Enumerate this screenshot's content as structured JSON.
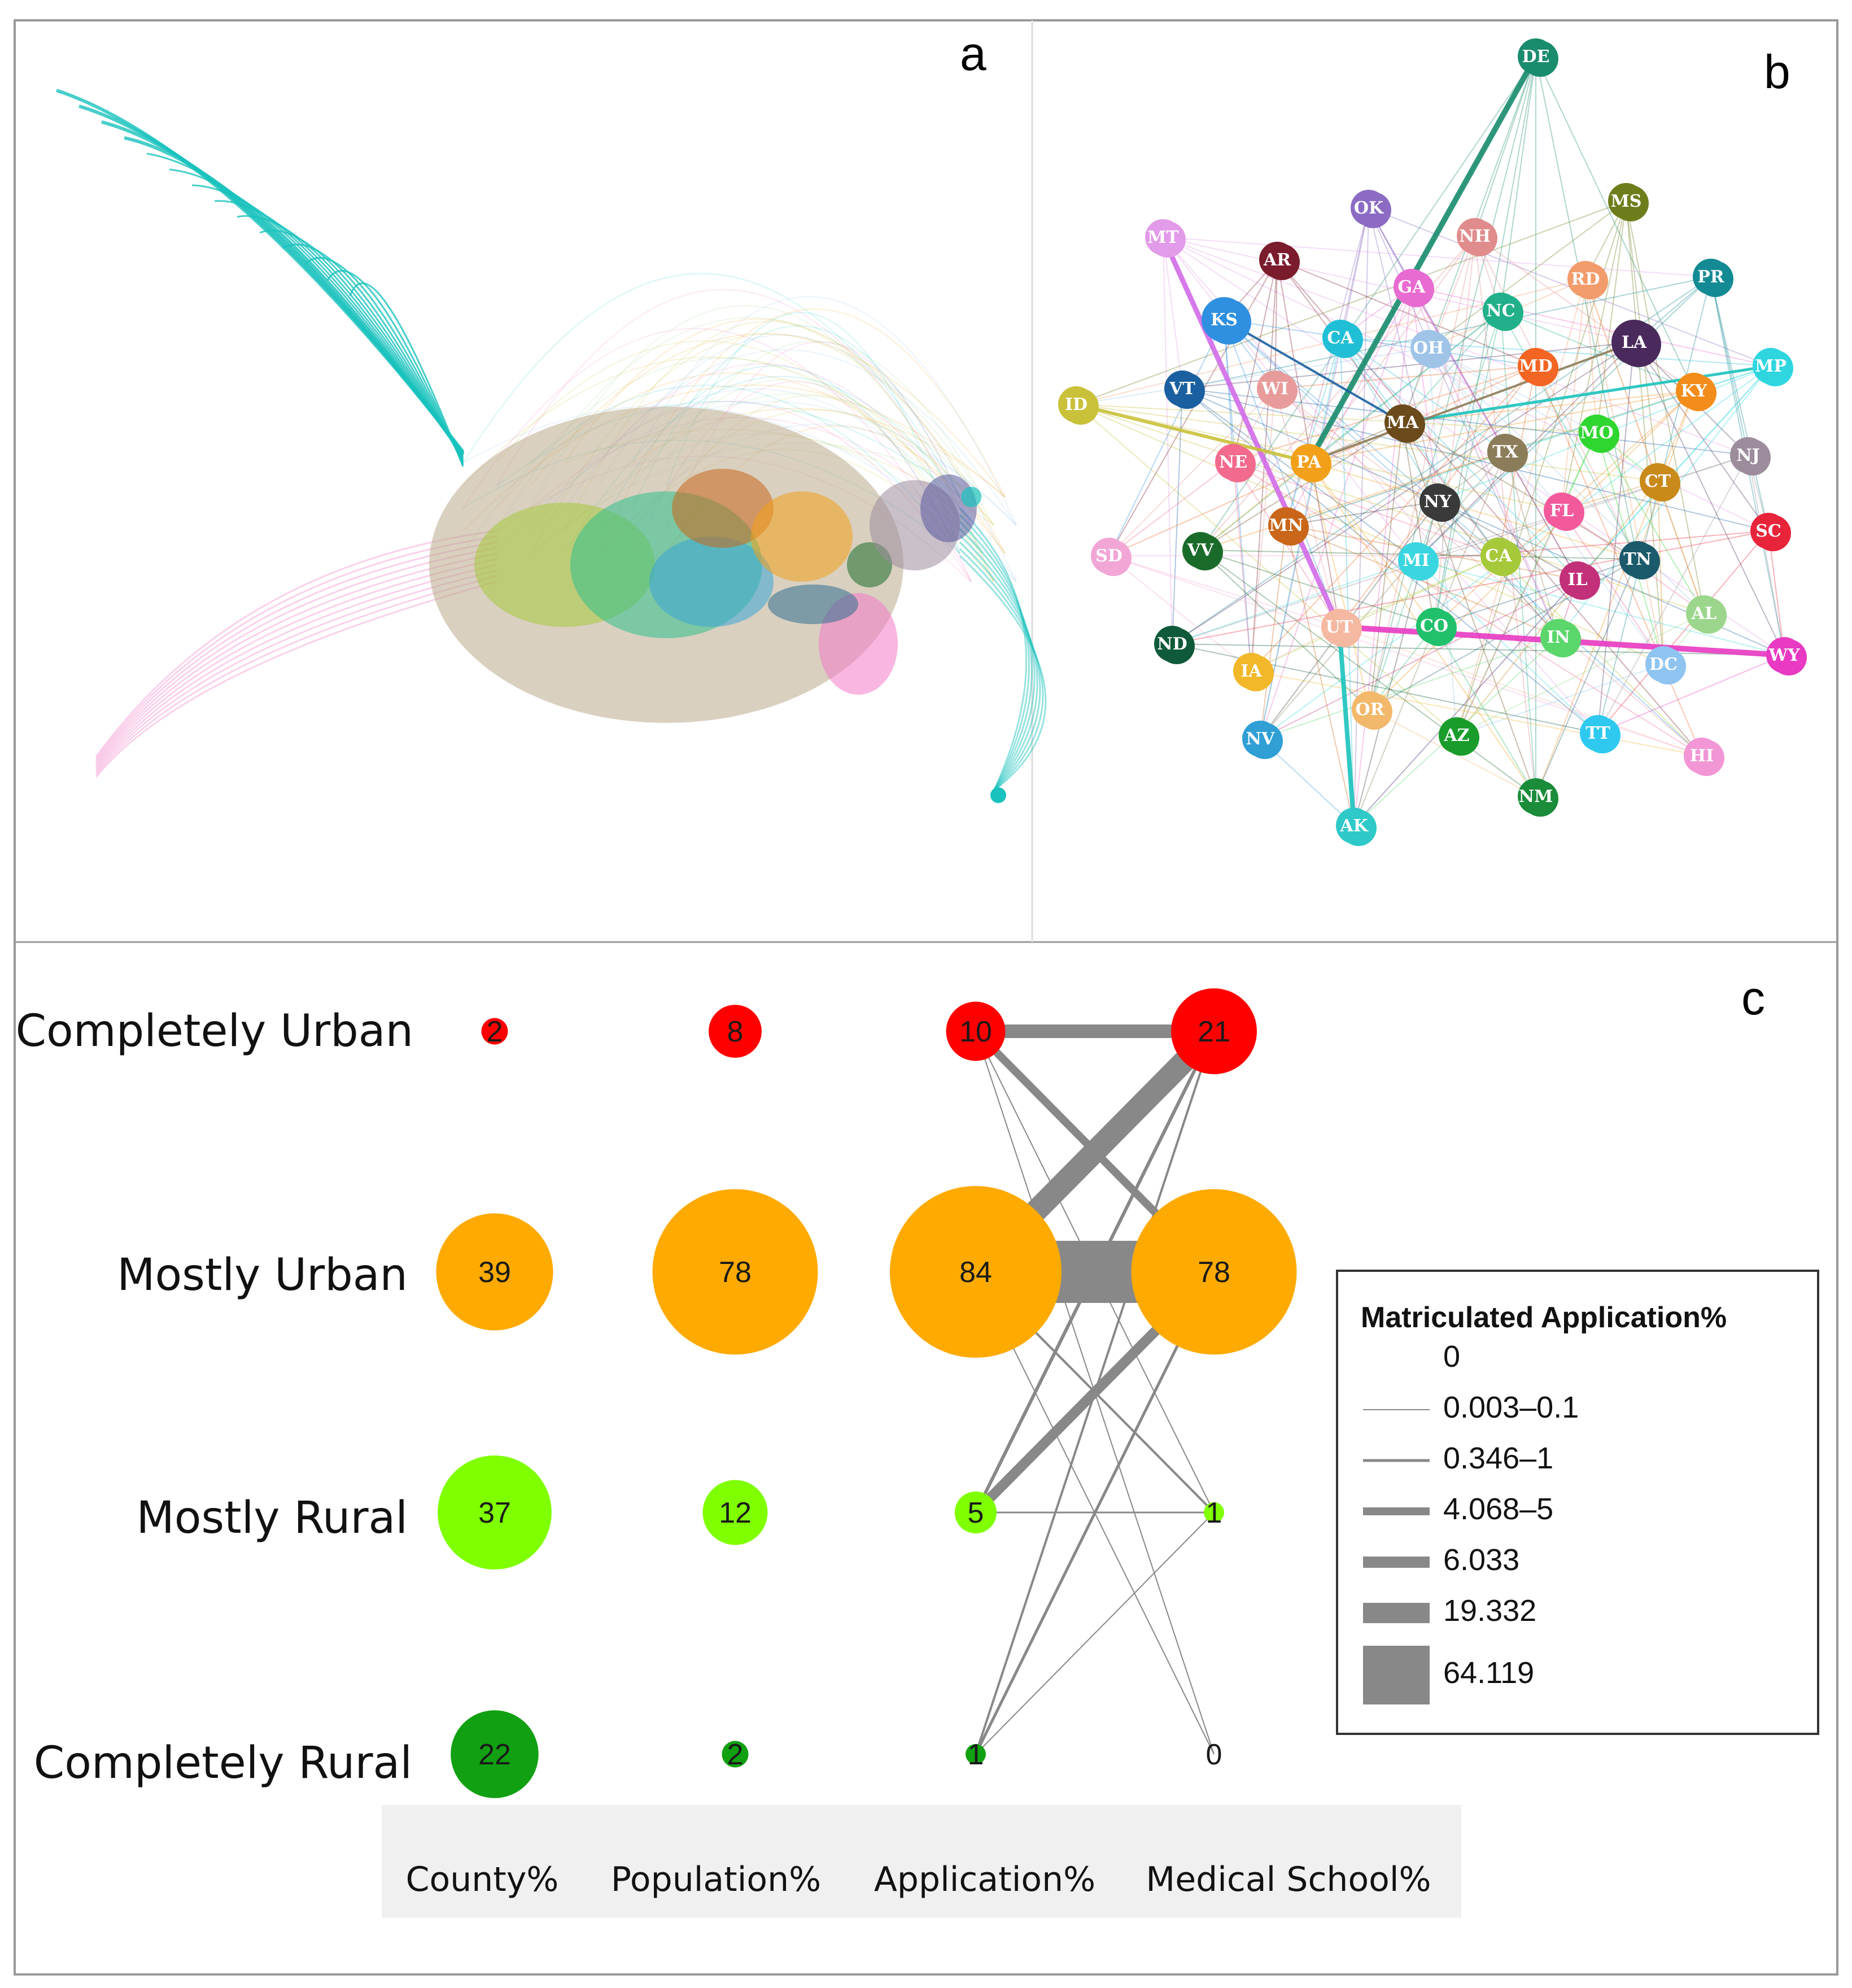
{
  "panels": {
    "a": "a",
    "b": "b",
    "c": "c"
  },
  "network_b": {
    "nodes": [
      {
        "label": "DE",
        "color": "#1a8c6e"
      },
      {
        "label": "OK",
        "color": "#8b6bc4"
      },
      {
        "label": "MS",
        "color": "#6e7d1c"
      },
      {
        "label": "MT",
        "color": "#e29be8"
      },
      {
        "label": "AR",
        "color": "#7a1c2c"
      },
      {
        "label": "NH",
        "color": "#e08c8c"
      },
      {
        "label": "GA",
        "color": "#e86bd1"
      },
      {
        "label": "RD",
        "color": "#f29b6b"
      },
      {
        "label": "PR",
        "color": "#138a94"
      },
      {
        "label": "KS",
        "color": "#2f8fe0"
      },
      {
        "label": "NC",
        "color": "#21b08a"
      },
      {
        "label": "CA",
        "color": "#21bfd6"
      },
      {
        "label": "OH",
        "color": "#9fc4e8"
      },
      {
        "label": "LA",
        "color": "#4a2a5c"
      },
      {
        "label": "MD",
        "color": "#f26522"
      },
      {
        "label": "KY",
        "color": "#f28c1a"
      },
      {
        "label": "MP",
        "color": "#2fd6df"
      },
      {
        "label": "ID",
        "color": "#c9c13a"
      },
      {
        "label": "VT",
        "color": "#1a5fa0"
      },
      {
        "label": "WI",
        "color": "#e89b9b"
      },
      {
        "label": "MA",
        "color": "#6b4a1c"
      },
      {
        "label": "TX",
        "color": "#8c7d5a"
      },
      {
        "label": "MO",
        "color": "#2fd62f"
      },
      {
        "label": "NJ",
        "color": "#9c8c9c"
      },
      {
        "label": "NE",
        "color": "#f26a8c"
      },
      {
        "label": "PA",
        "color": "#f2a01a"
      },
      {
        "label": "NY",
        "color": "#3a3a3a"
      },
      {
        "label": "CT",
        "color": "#c98a1a"
      },
      {
        "label": "SC",
        "color": "#e8243a"
      },
      {
        "label": "SD",
        "color": "#f2a6d6"
      },
      {
        "label": "VV",
        "color": "#1a6b2a"
      },
      {
        "label": "MN",
        "color": "#c9661a"
      },
      {
        "label": "FL",
        "color": "#f25a9c"
      },
      {
        "label": "MI",
        "color": "#3ad6e0"
      },
      {
        "label": "CA",
        "color": "#a6c93a"
      },
      {
        "label": "TN",
        "color": "#1a5a6b"
      },
      {
        "label": "IL",
        "color": "#c2307a"
      },
      {
        "label": "AL",
        "color": "#9cd68c"
      },
      {
        "label": "ND",
        "color": "#0f5a3a"
      },
      {
        "label": "UT",
        "color": "#f5b8a0"
      },
      {
        "label": "CO",
        "color": "#21c06b"
      },
      {
        "label": "IN",
        "color": "#5ad66b"
      },
      {
        "label": "DC",
        "color": "#8fc4f0"
      },
      {
        "label": "WY",
        "color": "#e83ac2"
      },
      {
        "label": "IA",
        "color": "#f2b82a"
      },
      {
        "label": "OR",
        "color": "#f2b86b"
      },
      {
        "label": "NV",
        "color": "#2f9fd6"
      },
      {
        "label": "AZ",
        "color": "#1a9c2a"
      },
      {
        "label": "TT",
        "color": "#2fc9f0"
      },
      {
        "label": "HI",
        "color": "#f296d6"
      },
      {
        "label": "NM",
        "color": "#1a8c3a"
      },
      {
        "label": "AK",
        "color": "#2fc9c9"
      }
    ]
  },
  "panel_c": {
    "row_labels": [
      "Completely Urban",
      "Mostly Urban",
      "Mostly Rural",
      "Completely Rural"
    ],
    "column_labels": [
      "County%",
      "Population%",
      "Application%",
      "Medical School%"
    ],
    "row_colors": [
      "#ff0000",
      "#ffaa00",
      "#7fff00",
      "#11a011"
    ],
    "values": {
      "county": [
        2,
        39,
        37,
        22
      ],
      "population": [
        8,
        78,
        12,
        2
      ],
      "application": [
        10,
        84,
        5,
        1
      ],
      "medical_school": [
        21,
        78,
        1,
        0
      ]
    },
    "value_labels": {
      "county": [
        "2",
        "39",
        "37",
        "22"
      ],
      "population": [
        "8",
        "78",
        "12",
        "2"
      ],
      "application": [
        "10",
        "84",
        "5",
        "1"
      ],
      "medical_school": [
        "21",
        "78",
        "1",
        "0"
      ]
    },
    "legend": {
      "title": "Matriculated Application%",
      "items": [
        "0",
        "0.003–0.1",
        "0.346–1",
        "4.068–5",
        "6.033",
        "19.332",
        "64.119"
      ]
    },
    "edge_color": "#888888"
  }
}
